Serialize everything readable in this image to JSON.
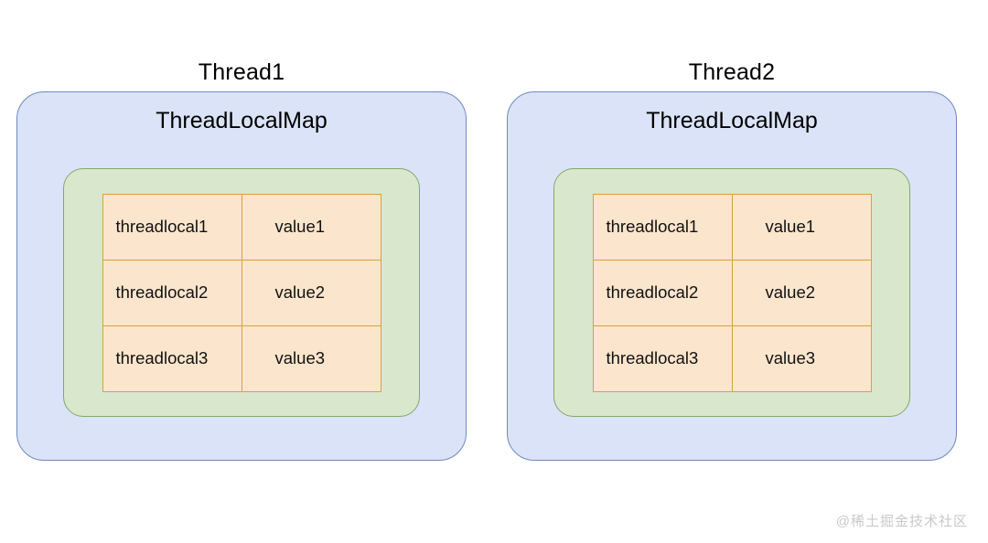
{
  "diagram": {
    "type": "nested-container-diagram",
    "background_color": "#ffffff",
    "colors": {
      "thread_box_fill": "#dae3f7",
      "thread_box_border": "#7089c0",
      "map_box_fill": "#d9e8cd",
      "map_box_border": "#82a86a",
      "entry_cell_fill": "#fce5cd",
      "entry_cell_border": "#d6a13e",
      "text": "#000000",
      "watermark": "#c9c9c9"
    },
    "groups": [
      {
        "thread_title": "Thread1",
        "map_title": "ThreadLocalMap",
        "entries": [
          {
            "key": "threadlocal1",
            "value": "value1"
          },
          {
            "key": "threadlocal2",
            "value": "value2"
          },
          {
            "key": "threadlocal3",
            "value": "value3"
          }
        ]
      },
      {
        "thread_title": "Thread2",
        "map_title": "ThreadLocalMap",
        "entries": [
          {
            "key": "threadlocal1",
            "value": "value1"
          },
          {
            "key": "threadlocal2",
            "value": "value2"
          },
          {
            "key": "threadlocal3",
            "value": "value3"
          }
        ]
      }
    ]
  },
  "watermark": {
    "text": "@稀土掘金技术社区"
  }
}
